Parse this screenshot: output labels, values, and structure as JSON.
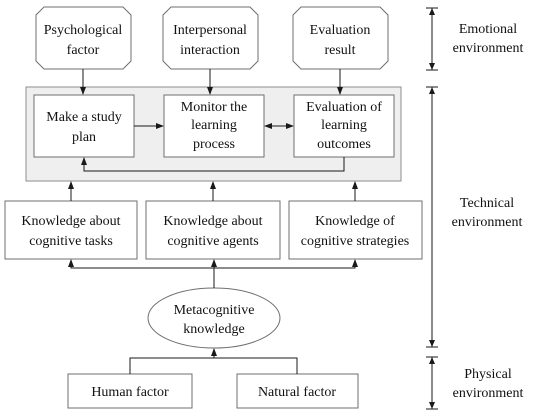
{
  "emotional_factors": [
    {
      "line1": "Psychological",
      "line2": "factor"
    },
    {
      "line1": "Interpersonal",
      "line2": "interaction"
    },
    {
      "line1": "Evaluation",
      "line2": "result"
    }
  ],
  "process_steps": [
    {
      "line1": "Make a study",
      "line2": "plan",
      "line3": ""
    },
    {
      "line1": "Monitor the",
      "line2": "learning",
      "line3": "process"
    },
    {
      "line1": "Evaluation of",
      "line2": "learning",
      "line3": "outcomes"
    }
  ],
  "knowledge_types": [
    {
      "line1": "Knowledge about",
      "line2": "cognitive tasks"
    },
    {
      "line1": "Knowledge about",
      "line2": "cognitive agents"
    },
    {
      "line1": "Knowledge of",
      "line2": "cognitive strategies"
    }
  ],
  "metacognitive": {
    "line1": "Metacognitive",
    "line2": "knowledge"
  },
  "physical_factors": {
    "human": "Human factor",
    "natural": "Natural factor"
  },
  "environments": {
    "emotional": {
      "line1": "Emotional",
      "line2": "environment"
    },
    "technical": {
      "line1": "Technical",
      "line2": "environment"
    },
    "physical": {
      "line1": "Physical",
      "line2": "environment"
    }
  }
}
